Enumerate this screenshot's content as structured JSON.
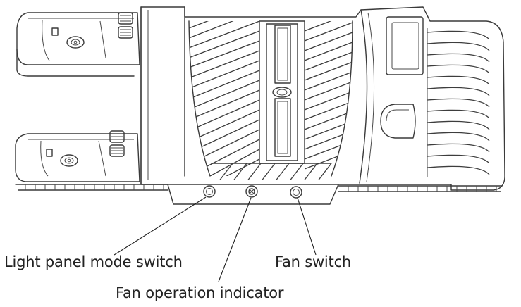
{
  "callouts": {
    "light_panel_mode_switch": "Light panel mode switch",
    "fan_switch": "Fan switch",
    "fan_operation_indicator": "Fan operation indicator"
  },
  "colors": {
    "line": "#3a3a3a",
    "text": "#222222",
    "background": "#ffffff"
  }
}
